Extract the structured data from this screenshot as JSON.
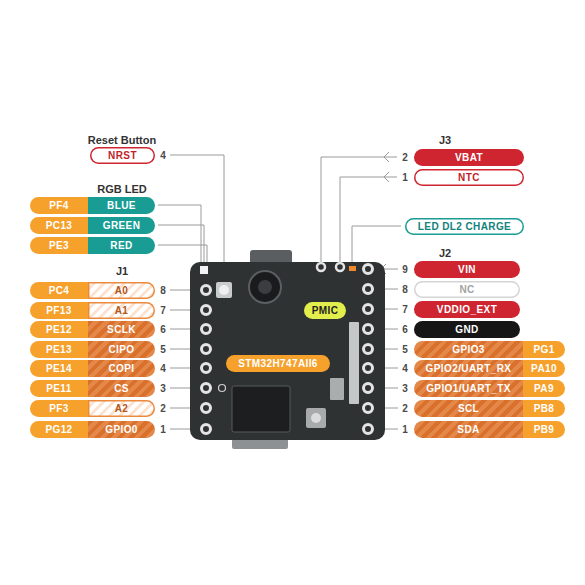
{
  "diagram": {
    "nodes": [
      {
        "text": [
          "NRST"
        ]
      },
      {
        "text": [
          "PF4"
        ]
      },
      {
        "text": [
          "BLUE"
        ]
      },
      {
        "text": [
          "PC13"
        ]
      },
      {
        "text": [
          "GREEN"
        ]
      },
      {
        "text": [
          "PE3"
        ]
      },
      {
        "text": [
          "RED"
        ]
      },
      {
        "text": [
          "PC4"
        ]
      },
      {
        "text": [
          "A0"
        ]
      },
      {
        "text": [
          "PF13"
        ]
      },
      {
        "text": [
          "A1"
        ]
      },
      {
        "text": [
          "PE12"
        ]
      },
      {
        "text": [
          "SCLK"
        ]
      },
      {
        "text": [
          "PE13"
        ]
      },
      {
        "text": [
          "CIPO"
        ]
      },
      {
        "text": [
          "PE14"
        ]
      },
      {
        "text": [
          "COPI"
        ]
      },
      {
        "text": [
          "PE11"
        ]
      },
      {
        "text": [
          "CS"
        ]
      },
      {
        "text": [
          "PF3"
        ]
      },
      {
        "text": [
          "A2"
        ]
      },
      {
        "text": [
          "PG12"
        ]
      },
      {
        "text": [
          "GPIO0"
        ]
      },
      {
        "text": [
          "PMIC"
        ]
      },
      {
        "text": [
          "STM32H747AII6"
        ]
      },
      {
        "text": [
          "VBAT"
        ]
      },
      {
        "text": [
          "NTC"
        ]
      },
      {
        "text": [
          "LED DL2 CHARGE"
        ]
      },
      {
        "text": [
          "VIN"
        ]
      },
      {
        "text": [
          "NC"
        ]
      },
      {
        "text": [
          "VDDIO_EXT"
        ]
      },
      {
        "text": [
          "GND"
        ]
      },
      {
        "text": [
          "GPIO3"
        ]
      },
      {
        "text": [
          "PG1"
        ]
      },
      {
        "text": [
          "GPIO2/UART_RX"
        ]
      },
      {
        "text": [
          "PA10"
        ]
      },
      {
        "text": [
          "GPIO1/UART_TX"
        ]
      },
      {
        "text": [
          "PA9"
        ]
      },
      {
        "text": [
          "SCL"
        ]
      },
      {
        "text": [
          "PB8"
        ]
      },
      {
        "text": [
          "SDA"
        ]
      },
      {
        "text": [
          "PB9"
        ]
      }
    ],
    "labels": [
      "Reset Button",
      "4",
      "RGB LED",
      "J1",
      "8",
      "7",
      "6",
      "5",
      "4",
      "3",
      "2",
      "1",
      "J3",
      "2",
      "1",
      "J2",
      "9",
      "8",
      "7",
      "6",
      "5",
      "4",
      "3",
      "2",
      "1"
    ]
  }
}
